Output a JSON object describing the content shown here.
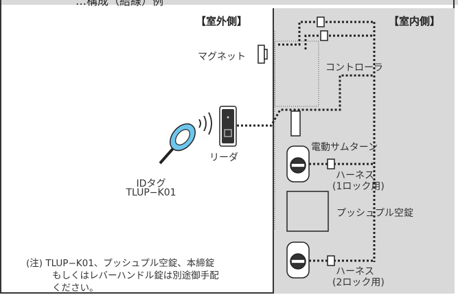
{
  "header": {
    "title": "…構成（結線）例"
  },
  "sections": {
    "outdoor": "【室外側】",
    "indoor": "【室内側】"
  },
  "labels": {
    "magnet": "マグネット",
    "controller": "コントローラ",
    "reader": "リーダ",
    "id_tag_line1": "IDタグ",
    "id_tag_line2": "TLUP−K01",
    "thumbturn": "電動サムターン",
    "harness1_line1": "ハーネス",
    "harness1_line2": "(1ロック用)",
    "push_pull": "プッシュプル空錠",
    "harness2_line1": "ハーネス",
    "harness2_line2": "(2ロック用)"
  },
  "note": {
    "line1": "(注) TLUP−K01、プッシュプル空錠、本締錠",
    "line2": "もしくはレバーハンドル錠は別途御手配",
    "line3": "ください。"
  }
}
